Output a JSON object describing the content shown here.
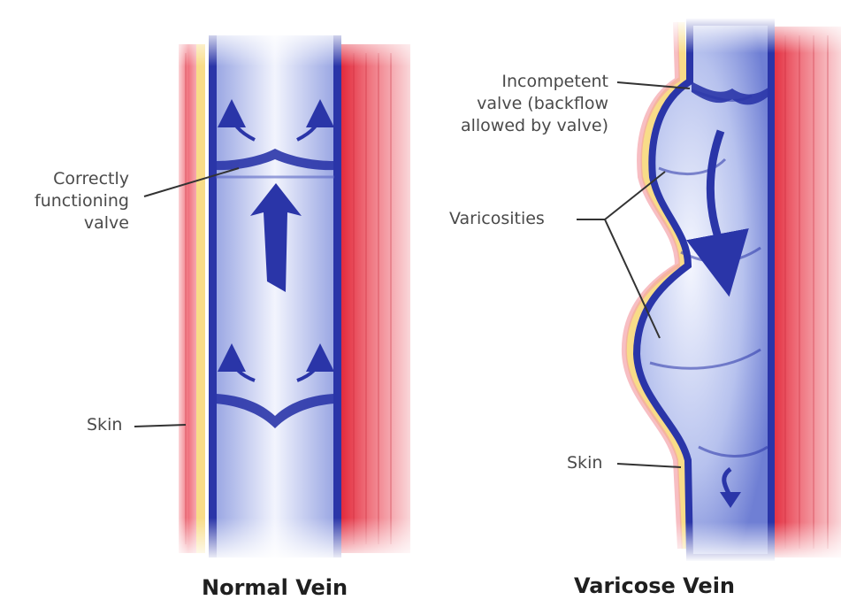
{
  "normal": {
    "title": "Normal Vein",
    "valve_label": [
      "Correctly",
      "functioning",
      "valve"
    ],
    "skin_label": "Skin"
  },
  "varicose": {
    "title": "Varicose Vein",
    "incompetent_label": [
      "Incompetent",
      "valve (backflow",
      "allowed by valve)"
    ],
    "varicosities_label": "Varicosities",
    "skin_label": "Skin"
  },
  "colors": {
    "muscle": "#e8434f",
    "skin": "#f8dc88",
    "vein_wall": "#2a35a8",
    "vein_fill": "#c9d2f2",
    "vein_light": "#eef1fd",
    "arrow": "#2a35a8",
    "leader": "#333333"
  },
  "icons": [
    "upward-flow-arrow-icon",
    "downward-backflow-arrow-icon",
    "curved-arrow-icon"
  ]
}
